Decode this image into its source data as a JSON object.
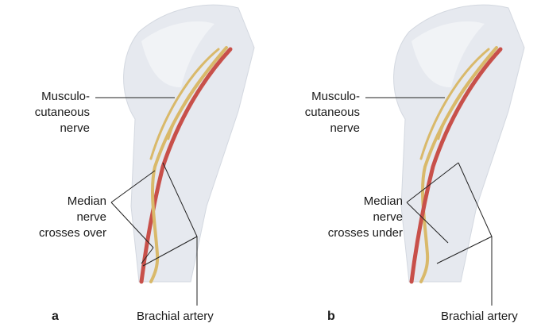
{
  "panels": [
    {
      "letter": "a",
      "musculo_label": [
        "Musculo-",
        "cutaneous",
        "nerve"
      ],
      "median_label": [
        "Median",
        "nerve",
        "crosses over"
      ],
      "artery_label": "Brachial artery"
    },
    {
      "letter": "b",
      "musculo_label": [
        "Musculo-",
        "cutaneous",
        "nerve"
      ],
      "median_label": [
        "Median",
        "nerve",
        "crosses under"
      ],
      "artery_label": "Brachial artery"
    }
  ],
  "colors": {
    "nerve": "#d9b96a",
    "artery": "#c8504a",
    "leader": "#222222",
    "limb": "#e4e8ee"
  }
}
